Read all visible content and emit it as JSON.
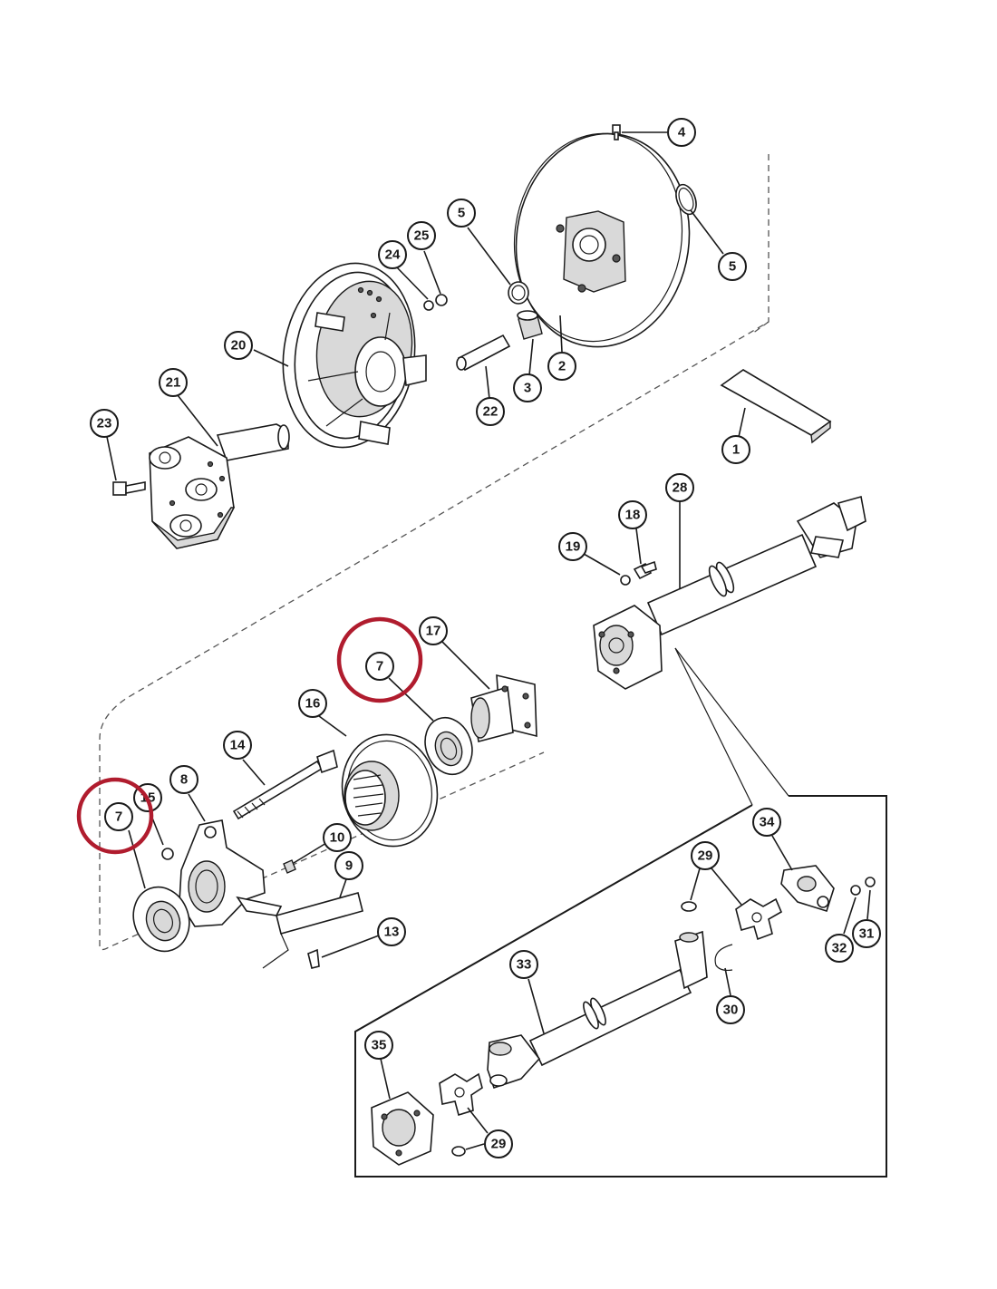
{
  "colors": {
    "highlight": "#b01c2e",
    "ink": "#1a1a1a",
    "background": "#ffffff"
  },
  "callouts": [
    {
      "id": "c4",
      "label": "4"
    },
    {
      "id": "c5a",
      "label": "5"
    },
    {
      "id": "c5b",
      "label": "5"
    },
    {
      "id": "c24",
      "label": "24"
    },
    {
      "id": "c25",
      "label": "25"
    },
    {
      "id": "c20",
      "label": "20"
    },
    {
      "id": "c21",
      "label": "21"
    },
    {
      "id": "c23",
      "label": "23"
    },
    {
      "id": "c22",
      "label": "22"
    },
    {
      "id": "c3",
      "label": "3"
    },
    {
      "id": "c2",
      "label": "2"
    },
    {
      "id": "c1",
      "label": "1"
    },
    {
      "id": "c28",
      "label": "28"
    },
    {
      "id": "c18",
      "label": "18"
    },
    {
      "id": "c19",
      "label": "19"
    },
    {
      "id": "c7a",
      "label": "7"
    },
    {
      "id": "c17",
      "label": "17"
    },
    {
      "id": "c16",
      "label": "16"
    },
    {
      "id": "c14",
      "label": "14"
    },
    {
      "id": "c8",
      "label": "8"
    },
    {
      "id": "c15",
      "label": "15"
    },
    {
      "id": "c7b",
      "label": "7"
    },
    {
      "id": "c10",
      "label": "10"
    },
    {
      "id": "c9",
      "label": "9"
    },
    {
      "id": "c13",
      "label": "13"
    },
    {
      "id": "c34",
      "label": "34"
    },
    {
      "id": "c29a",
      "label": "29"
    },
    {
      "id": "c32",
      "label": "32"
    },
    {
      "id": "c31",
      "label": "31"
    },
    {
      "id": "c33",
      "label": "33"
    },
    {
      "id": "c30",
      "label": "30"
    },
    {
      "id": "c35",
      "label": "35"
    },
    {
      "id": "c29b",
      "label": "29"
    }
  ],
  "highlighted_callouts": [
    "7",
    "7"
  ]
}
